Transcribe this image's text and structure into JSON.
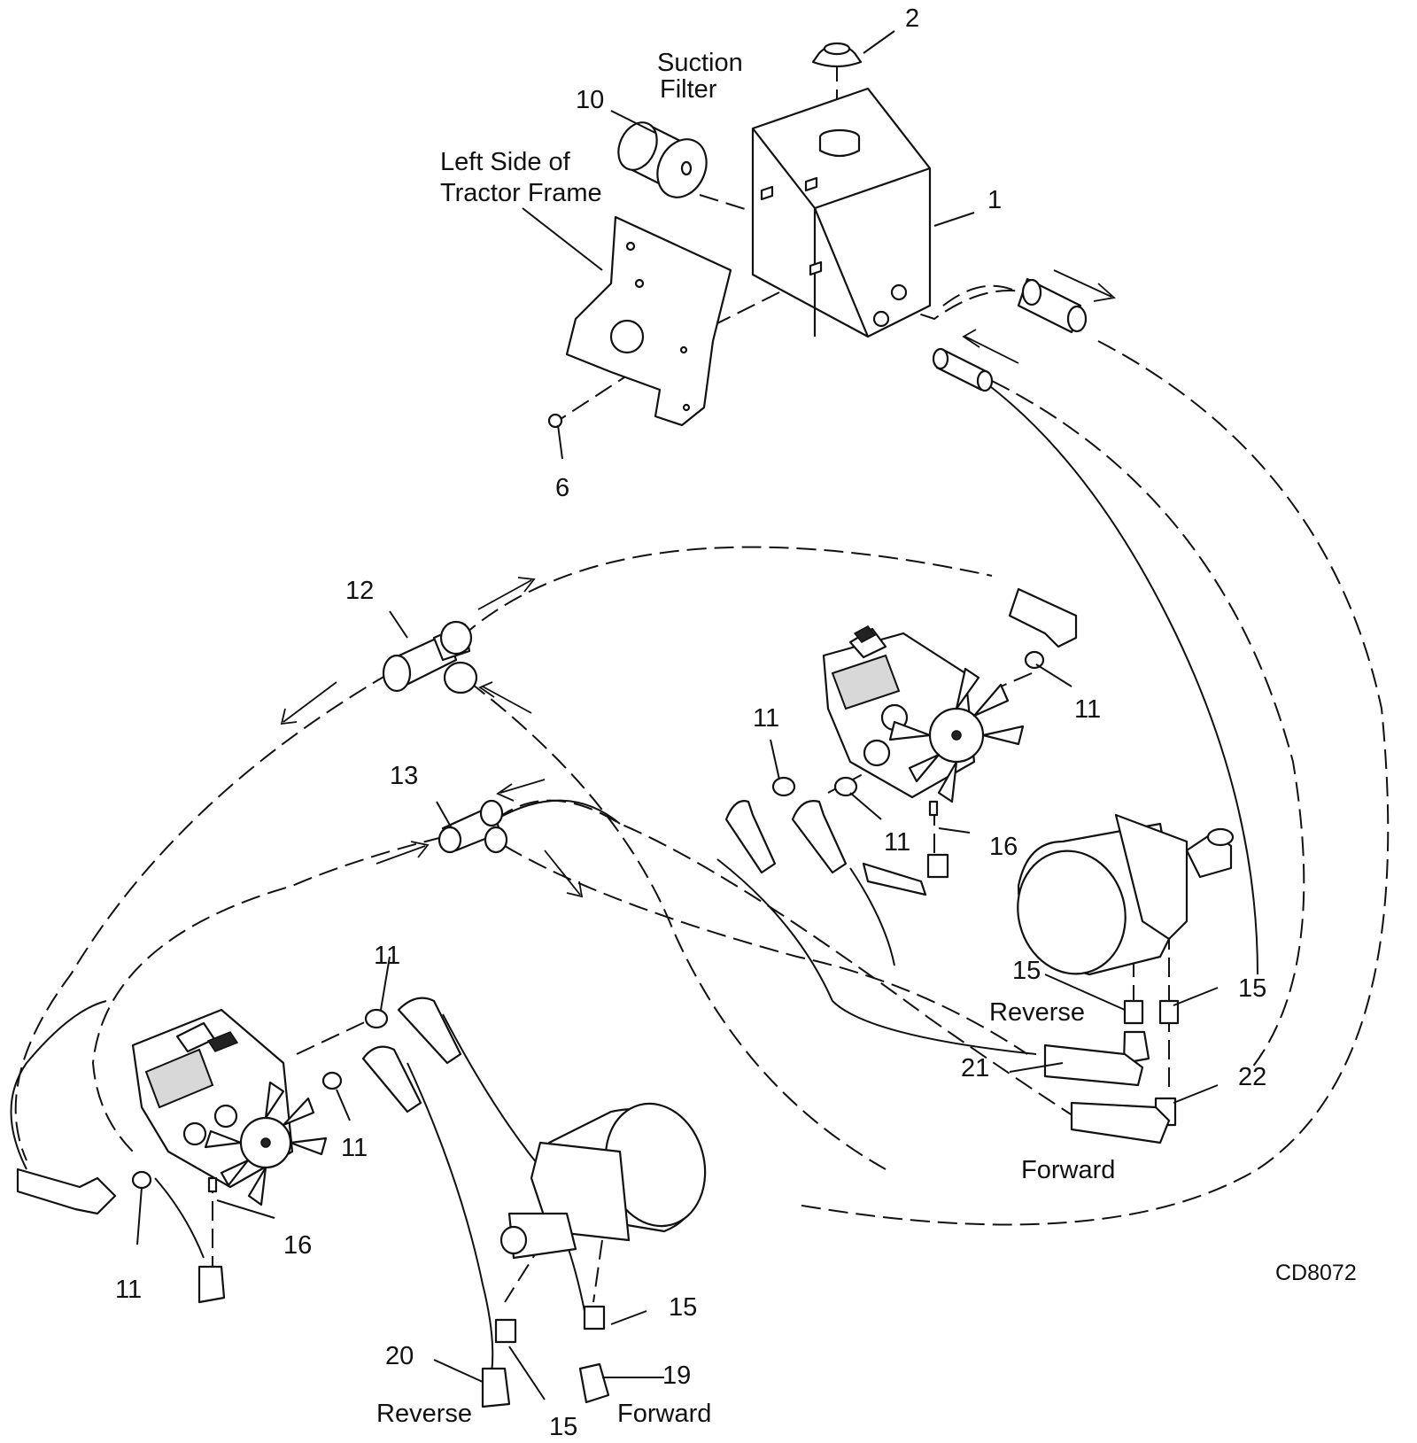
{
  "diagram_id": "CD8072",
  "labels": {
    "suction_filter": "Suction\nFilter",
    "left_side_frame": "Left Side of\nTractor Frame",
    "reverse": "Reverse",
    "forward": "Forward"
  },
  "callouts": {
    "c1": "1",
    "c2": "2",
    "c6": "6",
    "c10": "10",
    "c11": "11",
    "c12": "12",
    "c13": "13",
    "c15": "15",
    "c16": "16",
    "c19": "19",
    "c20": "20",
    "c21": "21",
    "c22": "22"
  }
}
